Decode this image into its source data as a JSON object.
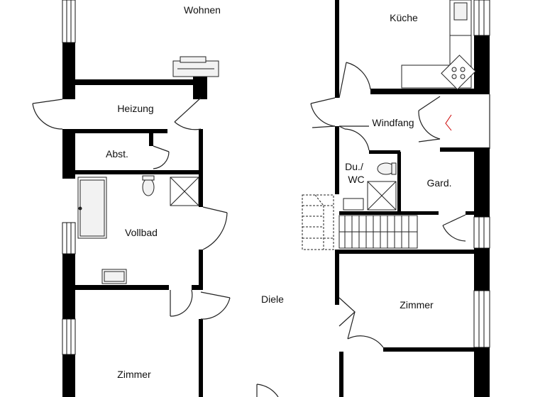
{
  "plan": {
    "rooms": {
      "wohnen": "Wohnen",
      "kueche": "Küche",
      "heizung": "Heizung",
      "windfang": "Windfang",
      "abst": "Abst.",
      "du_wc_line1": "Du./",
      "du_wc_line2": "WC",
      "gard": "Gard.",
      "vollbad": "Vollbad",
      "diele": "Diele",
      "zimmer_right": "Zimmer",
      "zimmer_left": "Zimmer"
    },
    "colors": {
      "wall": "#000000",
      "line": "#222222",
      "fixture_fill": "#f2f2f2",
      "background": "#ffffff"
    }
  }
}
